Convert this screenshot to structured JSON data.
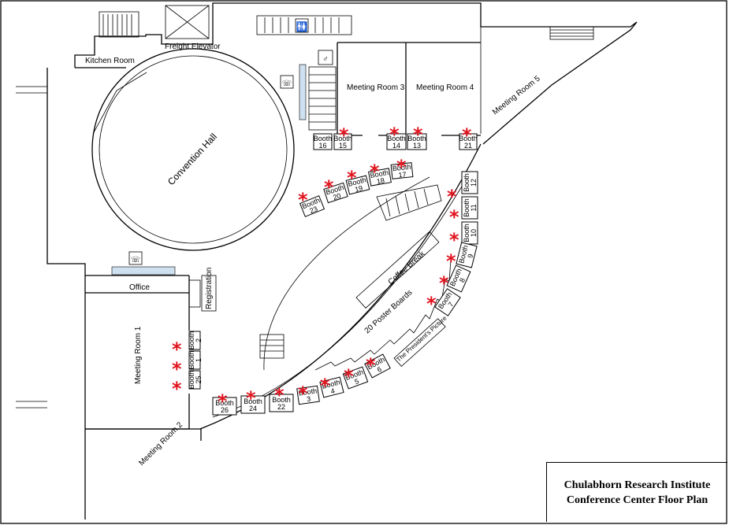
{
  "labels": {
    "freight_elevator": "Freight Elevator",
    "kitchen_room": "Kitchen Room",
    "convention_hall": "Convention Hall",
    "meeting_room_1": "Meeting Room 1",
    "meeting_room_2": "Meeting Room 2",
    "meeting_room_3": "Meeting Room 3",
    "meeting_room_4": "Meeting Room 4",
    "meeting_room_5": "Meeting Room 5",
    "office": "Office",
    "registration": "Registration",
    "coffee_break": "Coffee Break",
    "poster_boards": "20 Poster Boards",
    "presidents_picture": "The President's Picture"
  },
  "booth_word": "Booth",
  "booths": [
    "16",
    "15",
    "14",
    "13",
    "21",
    "23",
    "20",
    "19",
    "18",
    "17",
    "12",
    "11",
    "10",
    "9",
    "8",
    "7",
    "2",
    "1",
    "25",
    "26",
    "24",
    "22",
    "3",
    "4",
    "5",
    "6"
  ],
  "title": {
    "line1": "Chulabhorn Research Institute",
    "line2": "Conference Center Floor Plan"
  },
  "colors": {
    "marker": "#e0141e",
    "walls": "#000000",
    "background": "#ffffff"
  },
  "icons": [
    "telephone-icon",
    "restroom-icon",
    "stairs-icon",
    "elevator-icon",
    "star-marker-icon"
  ]
}
